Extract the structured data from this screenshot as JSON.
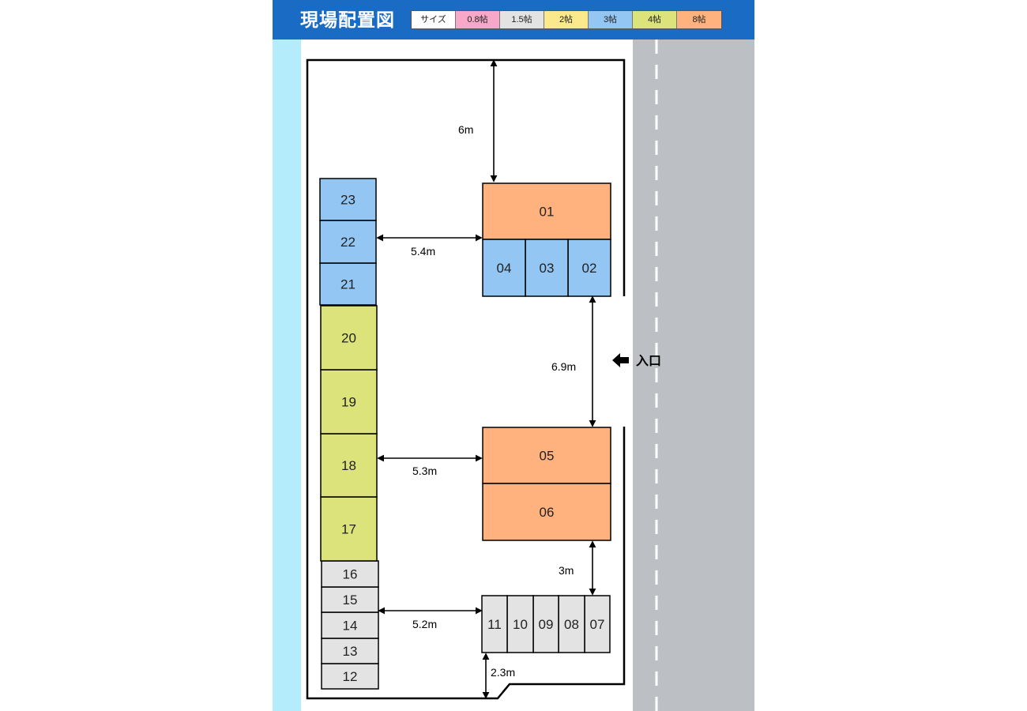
{
  "header": {
    "title": "現場配置図",
    "legend": [
      {
        "label": "サイズ",
        "color": "#ffffff"
      },
      {
        "label": "0.8帖",
        "color": "#f7a8c8"
      },
      {
        "label": "1.5帖",
        "color": "#e3e3e3"
      },
      {
        "label": "2帖",
        "color": "#fbe98c"
      },
      {
        "label": "3帖",
        "color": "#93c6f2"
      },
      {
        "label": "4帖",
        "color": "#dbe37a"
      },
      {
        "label": "8帖",
        "color": "#ffb27d"
      }
    ]
  },
  "colors": {
    "size_8": "#ffb27d",
    "size_4": "#dbe37a",
    "size_3": "#93c6f2",
    "size_1_5": "#e3e3e3",
    "sidewalk": "#b4ecfb",
    "road": "#bcc0c4",
    "header": "#1a6bc4"
  },
  "units": [
    {
      "id": "01",
      "size": "size_8"
    },
    {
      "id": "02",
      "size": "size_3"
    },
    {
      "id": "03",
      "size": "size_3"
    },
    {
      "id": "04",
      "size": "size_3"
    },
    {
      "id": "05",
      "size": "size_8"
    },
    {
      "id": "06",
      "size": "size_8"
    },
    {
      "id": "07",
      "size": "size_1_5"
    },
    {
      "id": "08",
      "size": "size_1_5"
    },
    {
      "id": "09",
      "size": "size_1_5"
    },
    {
      "id": "10",
      "size": "size_1_5"
    },
    {
      "id": "11",
      "size": "size_1_5"
    },
    {
      "id": "12",
      "size": "size_1_5"
    },
    {
      "id": "13",
      "size": "size_1_5"
    },
    {
      "id": "14",
      "size": "size_1_5"
    },
    {
      "id": "15",
      "size": "size_1_5"
    },
    {
      "id": "16",
      "size": "size_1_5"
    },
    {
      "id": "17",
      "size": "size_4"
    },
    {
      "id": "18",
      "size": "size_4"
    },
    {
      "id": "19",
      "size": "size_4"
    },
    {
      "id": "20",
      "size": "size_4"
    },
    {
      "id": "21",
      "size": "size_3"
    },
    {
      "id": "22",
      "size": "size_3"
    },
    {
      "id": "23",
      "size": "size_3"
    }
  ],
  "dimensions": {
    "top_gap": "6m",
    "gap_22_to_01": "5.4m",
    "gap_02_to_05": "6.9m",
    "gap_18_to_05": "5.3m",
    "gap_06_to_07": "3m",
    "gap_14_to_11": "5.2m",
    "gap_bottom": "2.3m"
  },
  "entrance": {
    "label": "入口",
    "icon": "arrow-left-icon"
  }
}
